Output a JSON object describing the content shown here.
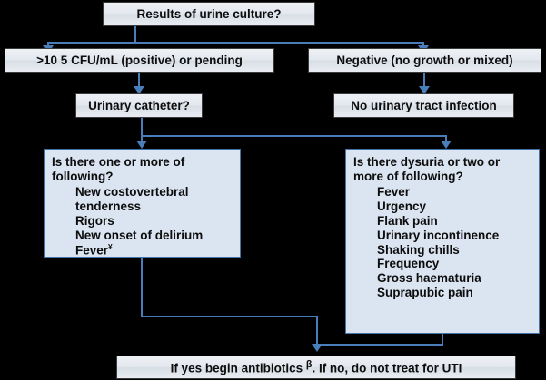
{
  "diagram": {
    "title_node": {
      "label": "Results of urine culture?"
    },
    "nodes": {
      "positive": {
        "label": ">10 5 CFU/mL (positive) or pending"
      },
      "negative": {
        "label": "Negative (no growth or mixed)"
      },
      "catheter": {
        "label": "Urinary catheter?"
      },
      "no_uti": {
        "label": "No urinary tract infection"
      },
      "left_panel": {
        "question": "Is there one or more of following?",
        "items": [
          "New costovertebral",
          "tenderness",
          "Rigors",
          "New onset of delirium",
          "Fever"
        ],
        "fever_mark": "¥"
      },
      "right_panel": {
        "question": "Is there dysuria or two or more of following?",
        "items": [
          "Fever",
          "Urgency",
          "Flank pain",
          "Urinary incontinence",
          "Shaking chills",
          "Frequency",
          "Gross haematuria",
          "Suprapubic pain"
        ]
      },
      "conclusion": {
        "text_before": "If yes begin antibiotics ",
        "mark": "β",
        "text_after": ". If no, do not treat for UTI"
      }
    },
    "colors": {
      "background": "#000000",
      "panel_fill": "#dbe5f1",
      "panel_border": "#4472a8",
      "pill_fill": "#e6eaf0",
      "pill_border": "#3b3b3b",
      "connector": "#4a7ebb",
      "text": "#0d0d0d"
    }
  }
}
